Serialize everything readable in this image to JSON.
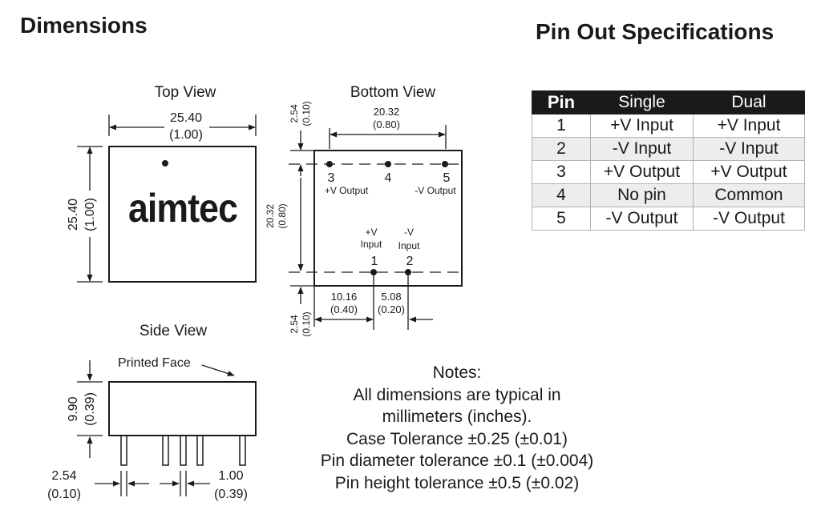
{
  "headings": {
    "dimensions": "Dimensions",
    "pinout": "Pin Out Specifications"
  },
  "views": {
    "top": "Top View",
    "bottom": "Bottom View",
    "side": "Side View"
  },
  "top_view": {
    "logo": "aimtec",
    "width_mm": "25.40",
    "width_in": "(1.00)",
    "height_mm": "25.40",
    "height_in": "(1.00)"
  },
  "bottom_view": {
    "pitch_top_mm": "2.54",
    "pitch_top_in": "(0.10)",
    "span_mm": "20.32",
    "span_in": "(0.80)",
    "row_gap_mm": "20.32",
    "row_gap_in": "(0.80)",
    "pitch_bottom_mm": "2.54",
    "pitch_bottom_in": "(0.10)",
    "offset1_mm": "10.16",
    "offset1_in": "(0.40)",
    "offset2_mm": "5.08",
    "offset2_in": "(0.20)",
    "pins": {
      "p3": "3",
      "p4": "4",
      "p5": "5",
      "p1": "1",
      "p2": "2",
      "p3_label": "+V Output",
      "p5_label": "-V Output",
      "p1_label_a": "+V",
      "p1_label_b": "Input",
      "p2_label_a": "-V",
      "p2_label_b": "Input"
    }
  },
  "side_view": {
    "printed_face": "Printed Face",
    "height_mm": "9.90",
    "height_in": "(0.39)",
    "pin_pitch_mm": "2.54",
    "pin_pitch_in": "(0.10)",
    "pin_len_mm": "1.00",
    "pin_len_in": "(0.39)"
  },
  "pin_table": {
    "headers": [
      "Pin",
      "Single",
      "Dual"
    ],
    "rows": [
      [
        "1",
        "+V Input",
        "+V Input"
      ],
      [
        "2",
        "-V Input",
        "-V Input"
      ],
      [
        "3",
        "+V Output",
        "+V Output"
      ],
      [
        "4",
        "No pin",
        "Common"
      ],
      [
        "5",
        "-V Output",
        "-V Output"
      ]
    ]
  },
  "notes": {
    "title": "Notes:",
    "lines": [
      "All dimensions are typical in",
      "millimeters (inches).",
      "Case Tolerance  ±0.25 (±0.01)",
      "Pin diameter tolerance ±0.1 (±0.004)",
      "Pin height tolerance ±0.5 (±0.02)"
    ]
  }
}
